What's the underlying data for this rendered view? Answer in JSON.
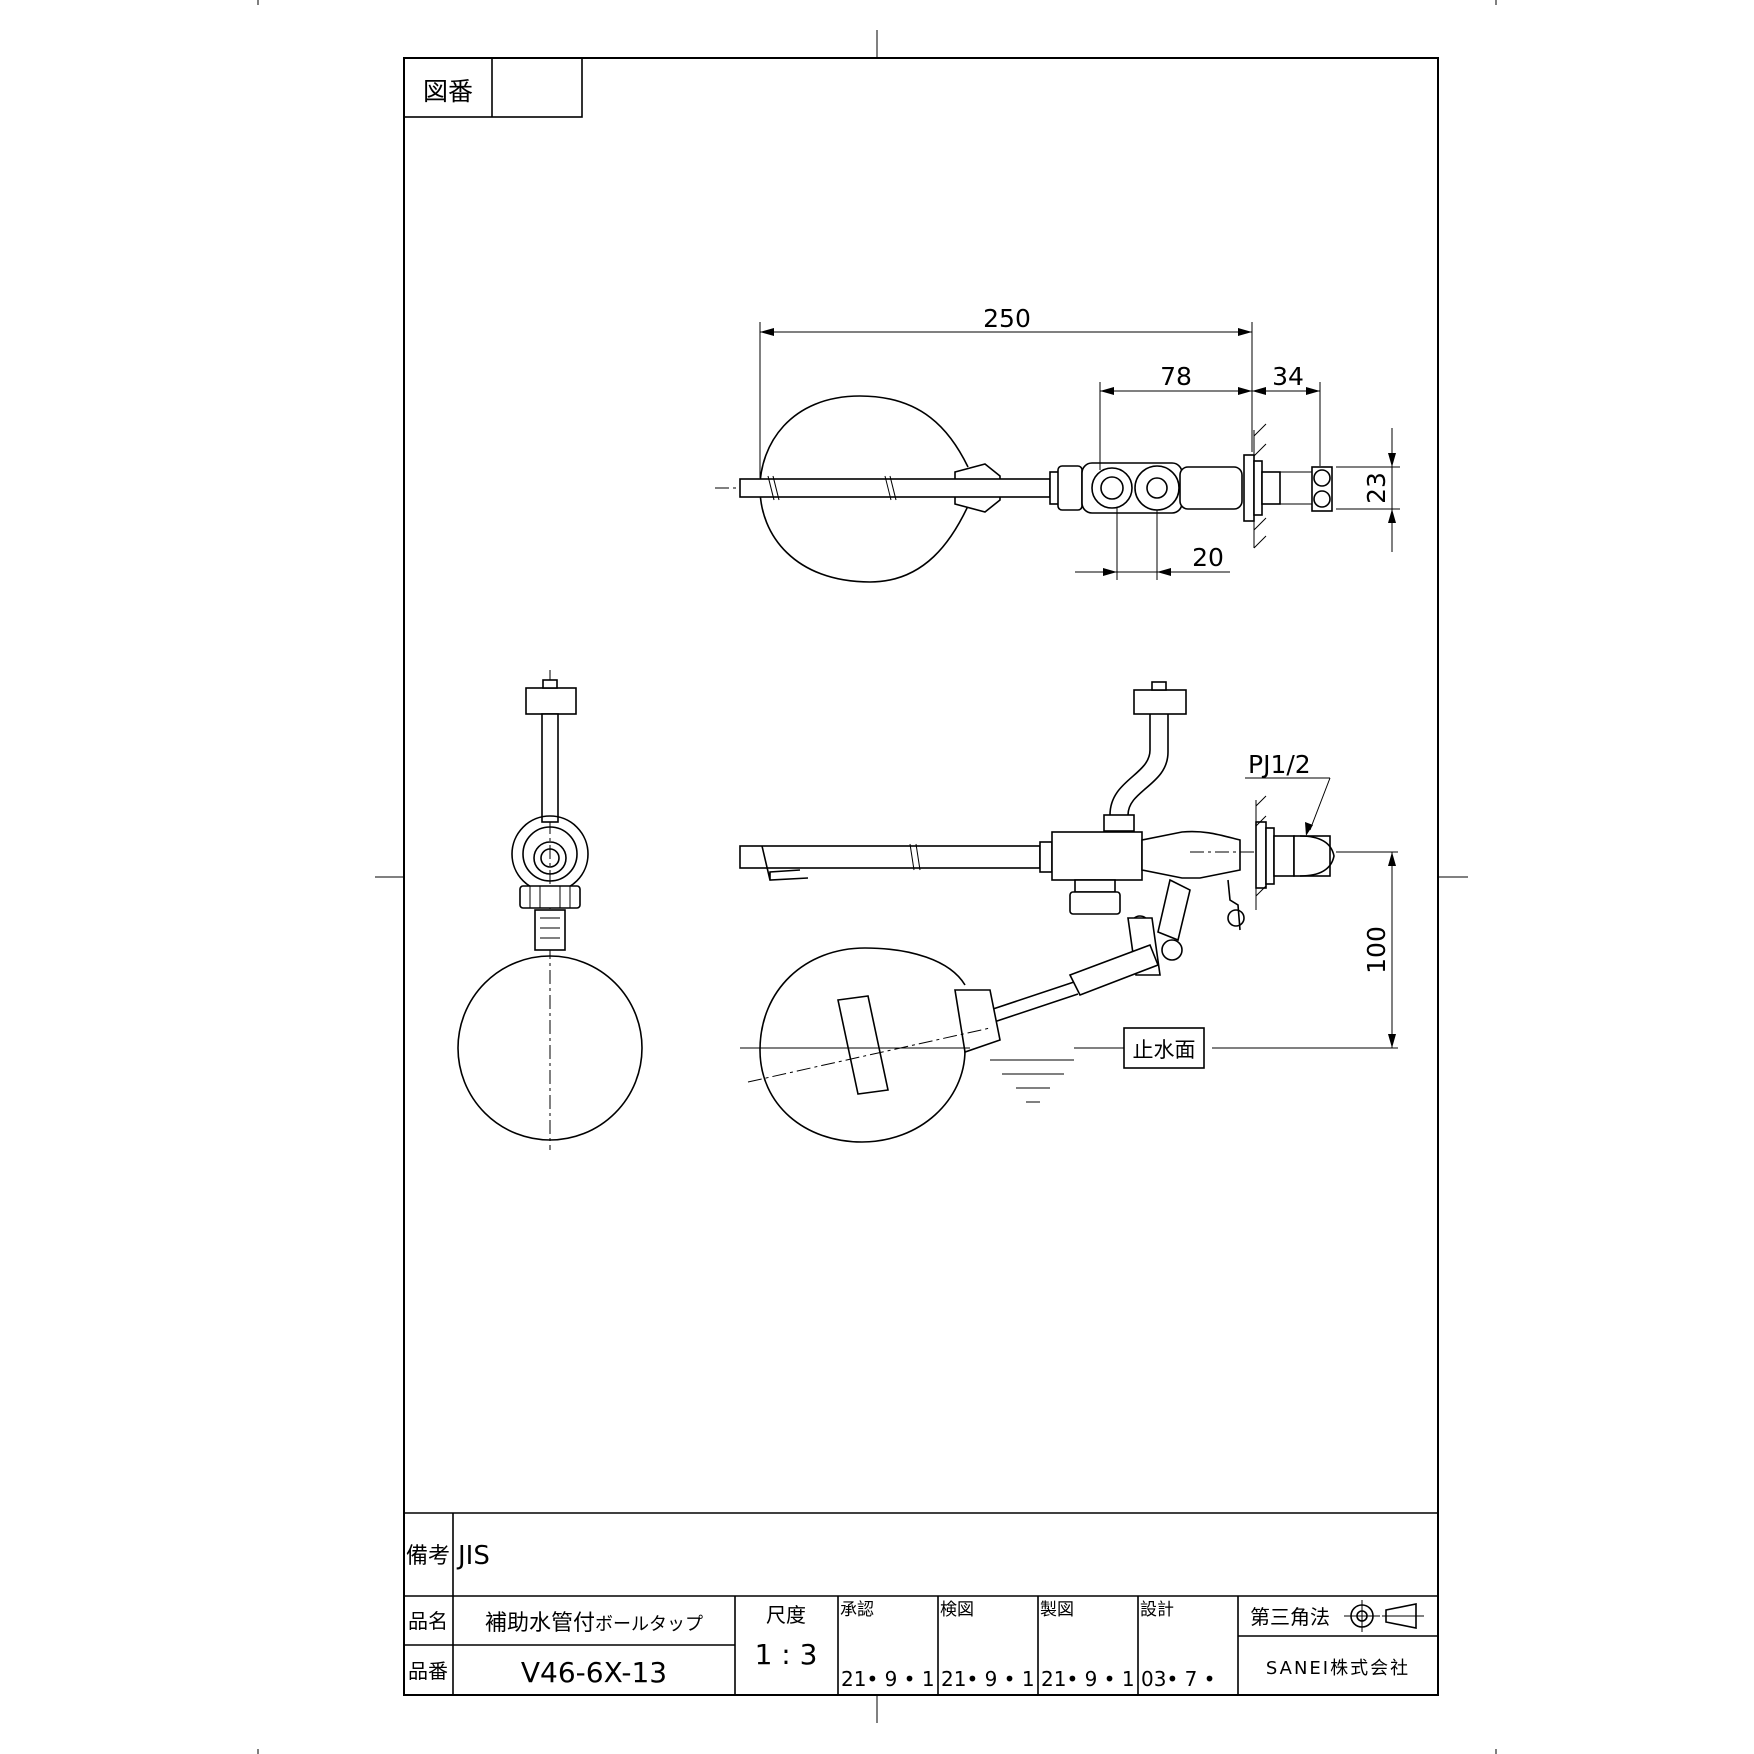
{
  "title_block": {
    "drawing_no_label": "図番",
    "drawing_no_value": "",
    "remarks_label": "備考",
    "remarks_value": "JIS",
    "product_name_label": "品名",
    "product_name_main": "補助水管付",
    "product_name_sub": "ボールタップ",
    "part_no_label": "品番",
    "part_no_value": "V46-6X-13",
    "scale_label": "尺度",
    "scale_value": "1 : 3",
    "approval_label": "承認",
    "approval_date": "21• 9 • 1",
    "check_label": "検図",
    "check_date": "21• 9 • 1",
    "drafting_label": "製図",
    "drafting_date": "21• 9 • 1",
    "design_label": "設計",
    "design_date": "03• 7 •",
    "projection_label": "第三角法",
    "company": "SANEI株式会社"
  },
  "dimensions": {
    "overall_length": "250",
    "body_length": "78",
    "flange_length": "34",
    "nut_width": "23",
    "offset": "20",
    "water_level_height": "100",
    "thread_spec": "PJ1/2",
    "water_stop_level": "止水面"
  }
}
